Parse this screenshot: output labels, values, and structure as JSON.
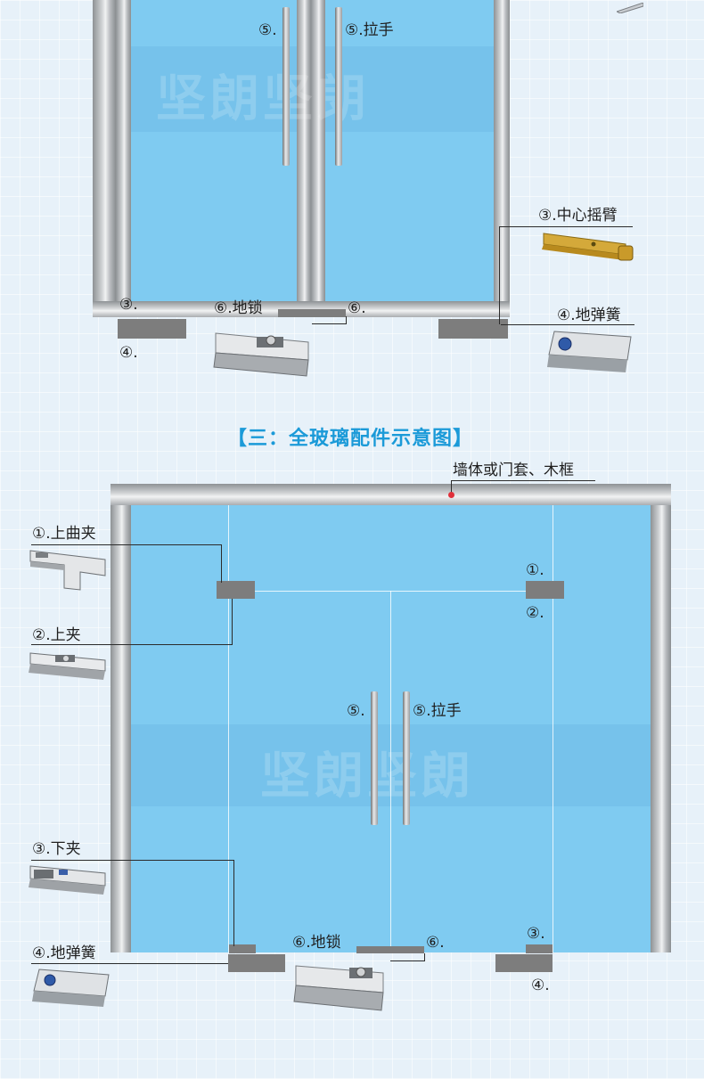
{
  "top_diagram": {
    "labels": {
      "handle_left": "⑤.",
      "handle_right": "⑤.拉手",
      "pivot_arm": "③.中心摇臂",
      "floor_spring_right": "④.地弹簧",
      "floor_lock": "⑥.地锁",
      "floor_lock_mark": "⑥.",
      "pivot_left": "③.",
      "spring_left": "④."
    },
    "watermark": "坚朗坚朗"
  },
  "section_title": "【三：全玻璃配件示意图】",
  "bottom_diagram": {
    "labels": {
      "wall": "墙体或门套、木框",
      "top_curved_clamp": "①.上曲夹",
      "top_clamp": "②.上夹",
      "right_top_curved": "①.",
      "right_top_clamp": "②.",
      "handle_left": "⑤.",
      "handle_right": "⑤.拉手",
      "bottom_clamp": "③.下夹",
      "floor_spring": "④.地弹簧",
      "floor_lock": "⑥.地锁",
      "floor_lock_mark": "⑥.",
      "right_bottom_clamp": "③.",
      "right_floor_spring": "④."
    },
    "watermark": "坚朗坚朗"
  },
  "colors": {
    "glass": "#7fcbf1",
    "title": "#1b9ad8",
    "marker": "#e0303a",
    "fitting": "#7d7d7d"
  }
}
